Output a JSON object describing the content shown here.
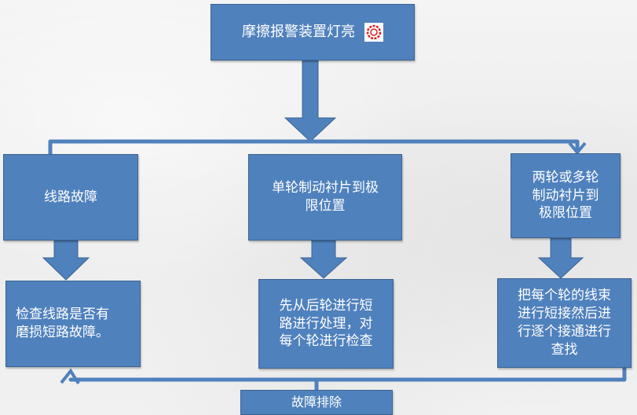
{
  "top": {
    "label": "摩擦报警装置灯亮",
    "icon": "alarm-light-icon"
  },
  "causes": [
    {
      "text": "线路故障"
    },
    {
      "text": "单轮制动衬片到极\n限位置"
    },
    {
      "text": "两轮或多轮\n制动衬片到\n极限位置"
    }
  ],
  "actions": [
    {
      "text": "检查线路是否有\n磨损短路故障。"
    },
    {
      "text": "先从后轮进行短\n路进行处理，对\n每个轮进行检查"
    },
    {
      "text": "把每个轮的线束\n进行短接然后进\n行逐个接通进行\n查找"
    }
  ],
  "result": {
    "text": "故障排除"
  },
  "colors": {
    "box": "#4f81bd",
    "box_border": "#3a6491",
    "text": "#ffffff",
    "icon_red": "#e02020"
  }
}
